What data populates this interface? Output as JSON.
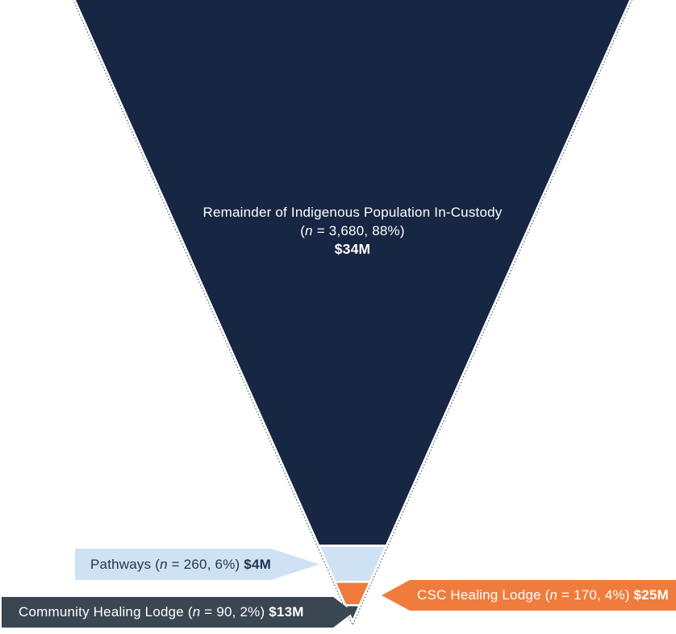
{
  "colors": {
    "navy": "#172642",
    "light_blue": "#CFE2F3",
    "orange": "#EF7C3C",
    "slate": "#3A4651",
    "white_text": "#FFFFFF",
    "callout_text_navy": "#203450",
    "background": "#FFFFFF"
  },
  "funnel_label": {
    "line1": "Remainder of Indigenous Population In-Custody",
    "line2_pre": "(",
    "line2_var": "n",
    "line2_post": " = 3,680, 88%)",
    "amount": "$34M"
  },
  "callouts": {
    "pathways": {
      "pre": "Pathways (",
      "var": "n",
      "post": " = 260, 6%) ",
      "amount": "$4M"
    },
    "csc_healing_lodge": {
      "pre": "CSC Healing Lodge (",
      "var": "n",
      "post": " = 170, 4%) ",
      "amount": "$25M"
    },
    "community_healing_lodge": {
      "pre": "Community Healing Lodge (",
      "var": "n",
      "post": " = 90, 2%) ",
      "amount": "$13M"
    }
  },
  "chart_data": {
    "type": "funnel",
    "orientation": "inverted-pyramid",
    "title": "",
    "segments": [
      {
        "label": "Remainder of Indigenous Population In-Custody",
        "n": "3,680",
        "percent": 88,
        "amount_label": "$34M",
        "amount_millions": 34,
        "color": "#172642",
        "label_position": "inside"
      },
      {
        "label": "Pathways",
        "n": "260",
        "percent": 6,
        "amount_label": "$4M",
        "amount_millions": 4,
        "color": "#CFE2F3",
        "label_position": "callout-left"
      },
      {
        "label": "CSC Healing Lodge",
        "n": "170",
        "percent": 4,
        "amount_label": "$25M",
        "amount_millions": 25,
        "color": "#EF7C3C",
        "label_position": "callout-right"
      },
      {
        "label": "Community Healing Lodge",
        "n": "90",
        "percent": 2,
        "amount_label": "$13M",
        "amount_millions": 13,
        "color": "#3A4651",
        "label_position": "callout-left"
      }
    ]
  }
}
